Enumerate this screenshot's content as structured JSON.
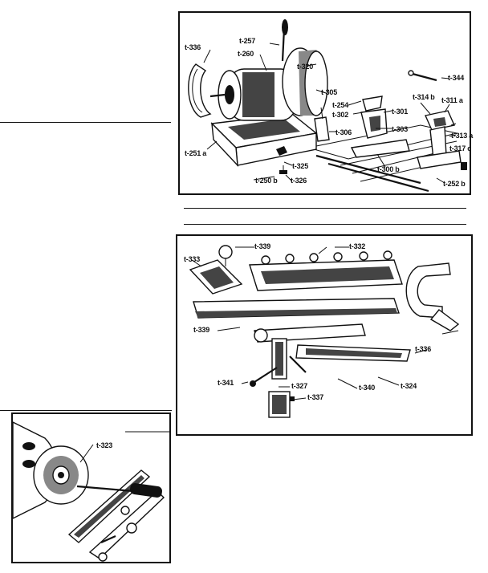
{
  "top_panel": {
    "labels": {
      "t257": "t-257",
      "t336": "t-336",
      "t260": "t-260",
      "t320": "t-320",
      "t344": "t-344",
      "t305": "t-305",
      "t254": "t-254",
      "t302": "t-302",
      "t301": "t-301",
      "t314b": "t-314 b",
      "t311a": "t-311 a",
      "t306": "t-306",
      "t303": "t-303",
      "t313a": "t-313 a",
      "t317c": "t-317 c",
      "t251a": "t-251 a",
      "t300b": "t-300 b",
      "t325": "t-325",
      "t250b": "t-250 b",
      "t326": "t-326",
      "t252b": "t-252 b"
    }
  },
  "middle_panel": {
    "labels": {
      "t333": "t-333",
      "t339a": "t-339",
      "t332": "t-332",
      "t339b": "t-339",
      "t336": "t-336",
      "t341": "t-341",
      "t327": "t-327",
      "t340": "t-340",
      "t324": "t-324",
      "t337": "t-337"
    }
  },
  "bottom_panel": {
    "labels": {
      "t323": "t-323"
    }
  }
}
